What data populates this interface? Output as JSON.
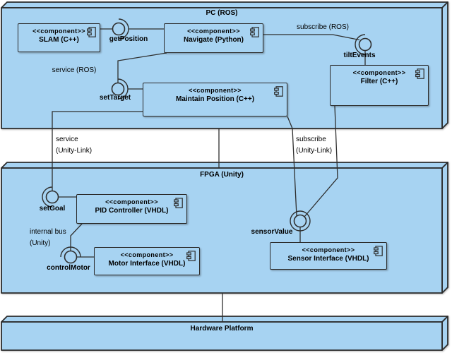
{
  "colors": {
    "node_fill": "#a7d3f2",
    "border": "#2b2b2b",
    "background": "#ffffff",
    "text": "#000000"
  },
  "nodes": {
    "pc": {
      "title": "PC (ROS)"
    },
    "fpga": {
      "title": "FPGA (Unity)"
    },
    "hardware": {
      "title": "Hardware Platform"
    }
  },
  "components": {
    "slam": {
      "stereotype": "<<component>>",
      "name": "SLAM (C++)"
    },
    "navigate": {
      "stereotype": "<<component>>",
      "name": "Navigate (Python)"
    },
    "maintain": {
      "stereotype": "<<component>>",
      "name": "Maintain Position (C++)"
    },
    "filter": {
      "stereotype": "<<component>>",
      "name": "Filter (C++)"
    },
    "pid": {
      "stereotype": "<<component>>",
      "name": "PID Controller (VHDL)"
    },
    "motor": {
      "stereotype": "<<component>>",
      "name": "Motor Interface (VHDL)"
    },
    "sensor": {
      "stereotype": "<<component>>",
      "name": "Sensor Interface (VHDL)"
    }
  },
  "ports": {
    "getPosition": "getPosition",
    "setTarget": "setTarget",
    "tiltEvents": "tiltEvents",
    "setGoal": "setGoal",
    "controlMotor": "controlMotor",
    "sensorValue": "sensorValue"
  },
  "links": {
    "subscribe_ros": "subscribe (ROS)",
    "service_ros": "service (ROS)",
    "service_unity": {
      "line1": "service",
      "line2": "(Unity-Link)"
    },
    "subscribe_unity": {
      "line1": "subscribe",
      "line2": "(Unity-Link)"
    },
    "internal_bus": {
      "line1": "internal bus",
      "line2": "(Unity)"
    }
  }
}
